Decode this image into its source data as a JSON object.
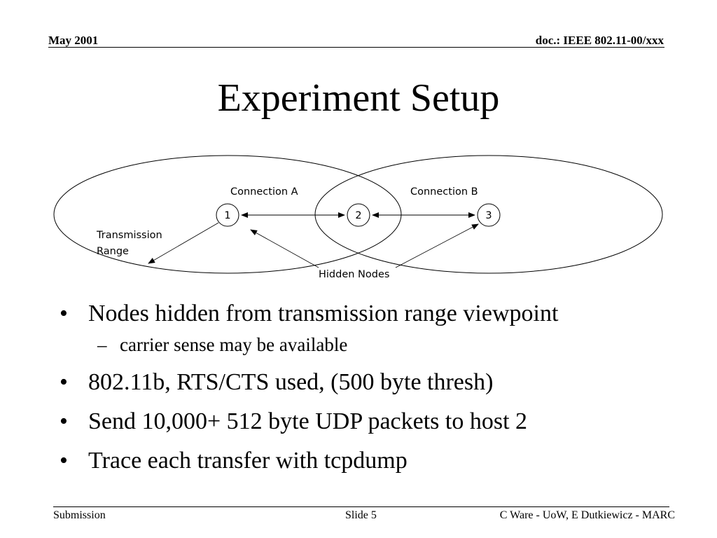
{
  "header": {
    "date": "May 2001",
    "doc": "doc.: IEEE 802.11-00/xxx"
  },
  "title": "Experiment Setup",
  "diagram": {
    "connection_a": "Connection A",
    "connection_b": "Connection B",
    "node_1": "1",
    "node_2": "2",
    "node_3": "3",
    "tx_range_line1": "Transmission",
    "tx_range_line2": "Range",
    "hidden_nodes": "Hidden Nodes"
  },
  "bullets": [
    {
      "text": "Nodes hidden from transmission range viewpoint",
      "sub": "carrier sense may be available"
    },
    {
      "text": "802.11b, RTS/CTS used, (500 byte thresh)"
    },
    {
      "text": "Send 10,000+ 512 byte UDP packets to host 2"
    },
    {
      "text": "Trace each transfer with tcpdump"
    }
  ],
  "bullet_glyph": "•",
  "dash_glyph": "–",
  "footer": {
    "left": "Submission",
    "center": "Slide 5",
    "right": "C Ware - UoW, E Dutkiewicz - MARC"
  }
}
